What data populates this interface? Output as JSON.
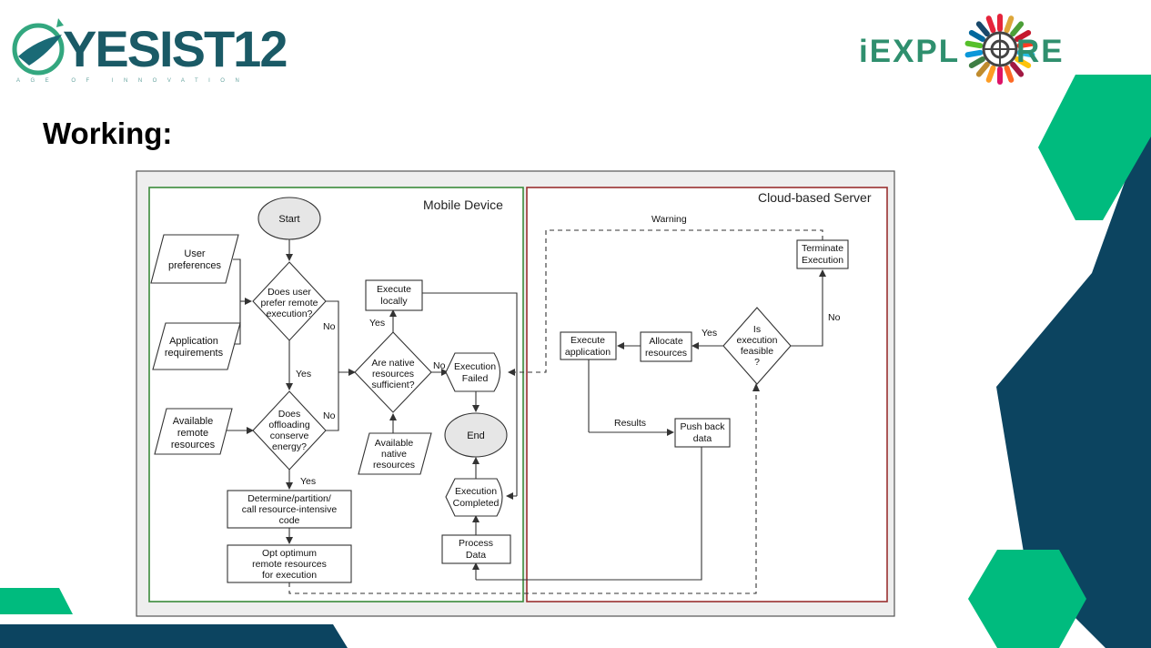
{
  "slide": {
    "title": "Working:",
    "logo_left": {
      "brand": "YESIST12",
      "tagline": "AGE OF INNOVATION"
    },
    "logo_right": {
      "brand_left": "iEXPL",
      "brand_right": "RE"
    }
  },
  "colors": {
    "teal_dark": "#0c4460",
    "green": "#00bb7e",
    "mobile_border": "#3a8a3a",
    "cloud_border": "#9a3030",
    "frame_bg": "#eeeeee"
  },
  "diagram": {
    "regions": {
      "mobile": "Mobile Device",
      "cloud": "Cloud-based Server"
    },
    "nodes": {
      "start": "Start",
      "user_pref": [
        "User",
        "preferences"
      ],
      "app_req": [
        "Application",
        "requirements"
      ],
      "avail_remote": [
        "Available",
        "remote",
        "resources"
      ],
      "d_prefer": [
        "Does user",
        "prefer remote",
        "execution?"
      ],
      "d_offload": [
        "Does",
        "offloading",
        "conserve",
        "energy?"
      ],
      "determine": [
        "Determine/partition/",
        "call resource-intensive",
        "code"
      ],
      "opt": [
        "Opt optimum",
        "remote resources",
        "for execution"
      ],
      "exec_local": [
        "Execute",
        "locally"
      ],
      "d_native": [
        "Are native",
        "resources",
        "sufficient?"
      ],
      "avail_native": [
        "Available",
        "native",
        "resources"
      ],
      "exec_failed": [
        "Execution",
        "Failed"
      ],
      "end": "End",
      "exec_completed": [
        "Execution",
        "Completed"
      ],
      "process": [
        "Process",
        "Data"
      ],
      "terminate": [
        "Terminate",
        "Execution"
      ],
      "exec_app": [
        "Execute",
        "application"
      ],
      "allocate": [
        "Allocate",
        "resources"
      ],
      "d_feasible": [
        "Is",
        "execution",
        "feasible",
        "?"
      ],
      "push": [
        "Push back",
        "data"
      ]
    },
    "edge_labels": {
      "no_prefer": "No",
      "yes_prefer": "Yes",
      "no_offload": "No",
      "yes_offload": "Yes",
      "yes_native": "Yes",
      "no_native": "No",
      "warning": "Warning",
      "yes_feasible": "Yes",
      "no_feasible": "No",
      "results": "Results"
    }
  }
}
